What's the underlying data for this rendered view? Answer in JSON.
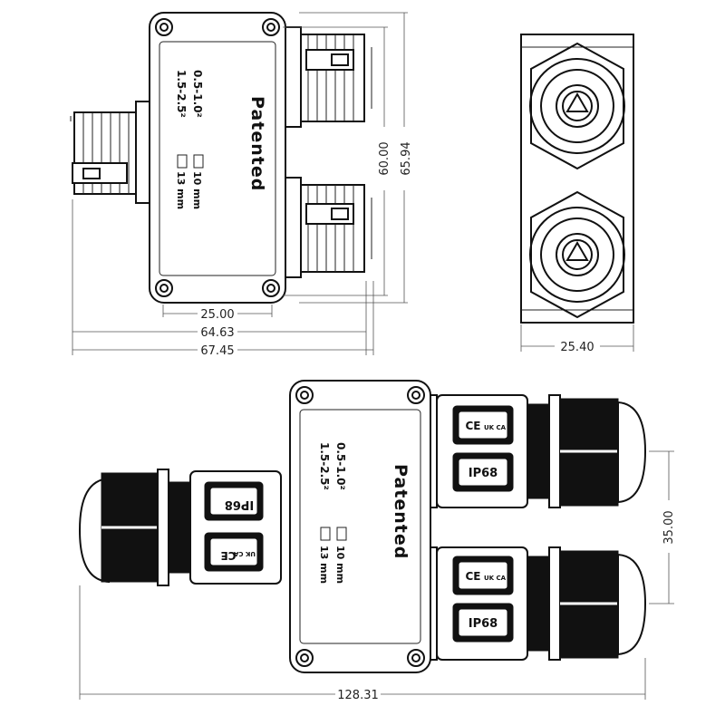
{
  "dimensions": {
    "width_25_00": "25.00",
    "width_64_63": "64.63",
    "width_67_45": "67.45",
    "height_60_00": "60.00",
    "height_65_94": "65.94",
    "side_width_25_40": "25.40",
    "pitch_35_00": "35.00",
    "overall_128_31": "128.31"
  },
  "label": {
    "brand": "Patented",
    "wire_small": "0.5-1.0²",
    "wire_large": "1.5-2.5²",
    "strip_small": "10 mm",
    "strip_large": "13 mm"
  },
  "marks": {
    "ce": "CE",
    "ukca": "UK CA",
    "ip": "IP68"
  }
}
